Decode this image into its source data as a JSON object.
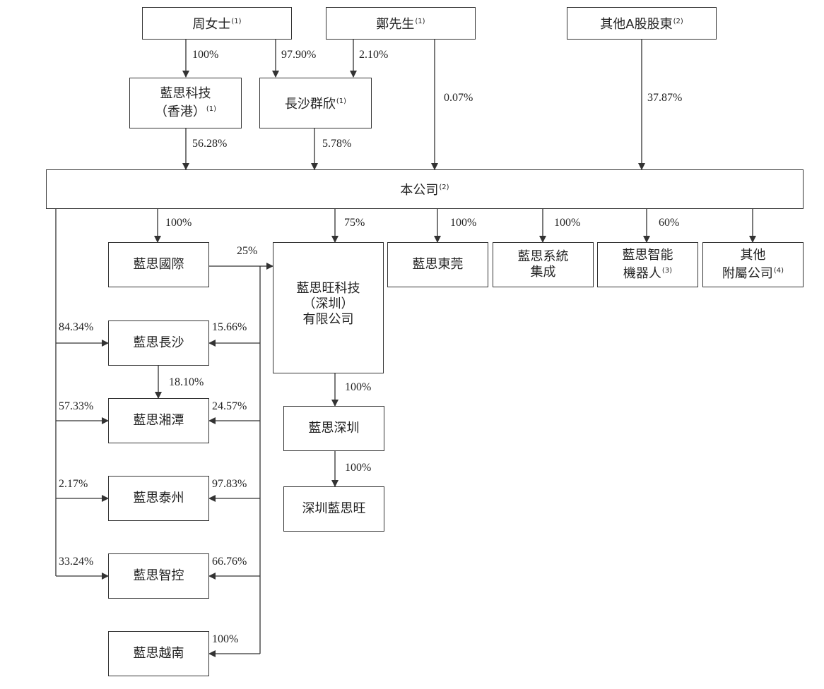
{
  "entities": {
    "zhou": {
      "name": "周女士",
      "note": "(1)"
    },
    "zheng": {
      "name": "鄭先生",
      "note": "(1)"
    },
    "other_a": {
      "name": "其他A股股東",
      "note": "(2)"
    },
    "lens_hk": {
      "line1": "藍思科技",
      "line2": "（香港）",
      "note": "(1)"
    },
    "changsha_qunxin": {
      "name": "長沙群欣",
      "note": "(1)"
    },
    "company": {
      "name": "本公司",
      "note": "(2)"
    },
    "lens_intl": {
      "name": "藍思國際"
    },
    "lens_wang": {
      "line1": "藍思旺科技",
      "line2": "（深圳）",
      "line3": "有限公司"
    },
    "lens_dongguan": {
      "name": "藍思東莞"
    },
    "lens_system": {
      "line1": "藍思系統",
      "line2": "集成"
    },
    "lens_robot": {
      "line1": "藍思智能",
      "line2": "機器人",
      "note": "(3)"
    },
    "other_subs": {
      "line1": "其他",
      "line2": "附屬公司",
      "note": "(4)"
    },
    "lens_changsha": {
      "name": "藍思長沙"
    },
    "lens_xiangtan": {
      "name": "藍思湘潭"
    },
    "lens_taizhou": {
      "name": "藍思泰州"
    },
    "lens_zhikong": {
      "name": "藍思智控"
    },
    "lens_vietnam": {
      "name": "藍思越南"
    },
    "lens_shenzhen": {
      "name": "藍思深圳"
    },
    "shenzhen_lenswang": {
      "name": "深圳藍思旺"
    }
  },
  "percentages": {
    "zhou_to_hk": "100%",
    "zhou_to_qunxin": "97.90%",
    "zheng_to_qunxin": "2.10%",
    "zheng_to_company": "0.07%",
    "other_a_to_company": "37.87%",
    "hk_to_company": "56.28%",
    "qunxin_to_company": "5.78%",
    "company_to_intl": "100%",
    "company_to_wang": "75%",
    "company_to_dongguan": "100%",
    "company_to_system": "100%",
    "company_to_robot": "60%",
    "intl_to_wang": "25%",
    "company_to_changsha": "84.34%",
    "wang_to_changsha": "15.66%",
    "changsha_to_xiangtan": "18.10%",
    "company_to_xiangtan": "57.33%",
    "wang_to_xiangtan": "24.57%",
    "company_to_taizhou": "2.17%",
    "wang_to_taizhou": "97.83%",
    "company_to_zhikong": "33.24%",
    "wang_to_zhikong": "66.76%",
    "wang_to_vietnam": "100%",
    "wang_to_shenzhen": "100%",
    "shenzhen_to_lenswang": "100%"
  }
}
